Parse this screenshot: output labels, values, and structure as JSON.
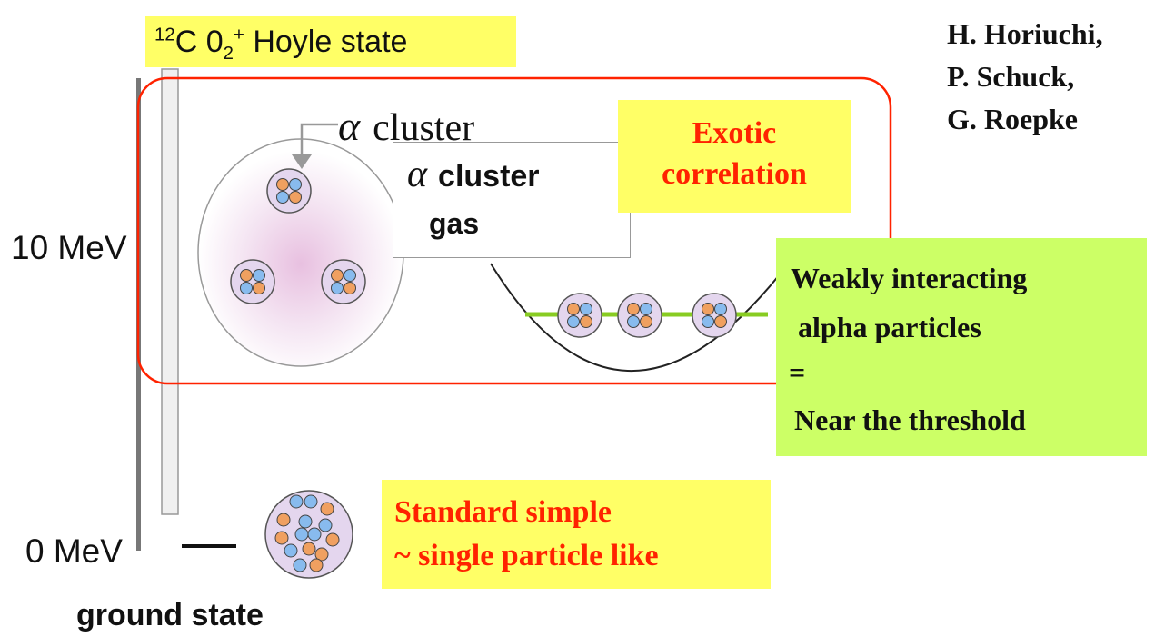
{
  "title": {
    "nucleus_mass_number": "12",
    "element": "C",
    "state_base": "0",
    "state_subscript": "2",
    "state_superscript": "+",
    "name": "Hoyle state"
  },
  "authors": [
    "H. Horiuchi,",
    "P. Schuck,",
    "G. Roepke"
  ],
  "energy_labels": {
    "upper": "10 MeV",
    "lower": "0 MeV",
    "ground": "ground state"
  },
  "alpha_cluster_label": {
    "symbol": "α",
    "text": "cluster"
  },
  "gas_label": {
    "symbol": "α",
    "line1": "cluster",
    "line2": "gas"
  },
  "exotic_note": {
    "line1": "Exotic",
    "line2": "correlation"
  },
  "weakly_note": {
    "line1": "Weakly interacting",
    "line2": "alpha particles",
    "line3": "=",
    "line4": "Near the threshold"
  },
  "standard_note": {
    "line1": "Standard simple",
    "line2": "~ single particle like"
  },
  "colors": {
    "highlight_yellow": "#ffff66",
    "highlight_green": "#ccff66",
    "frame_red": "#ff2200",
    "text_red": "#ff2200",
    "proton_blue": "#88bbee",
    "neutron_orange": "#f0a060",
    "cluster_fill": "#e4d6ee",
    "green_level": "#88cc22"
  }
}
